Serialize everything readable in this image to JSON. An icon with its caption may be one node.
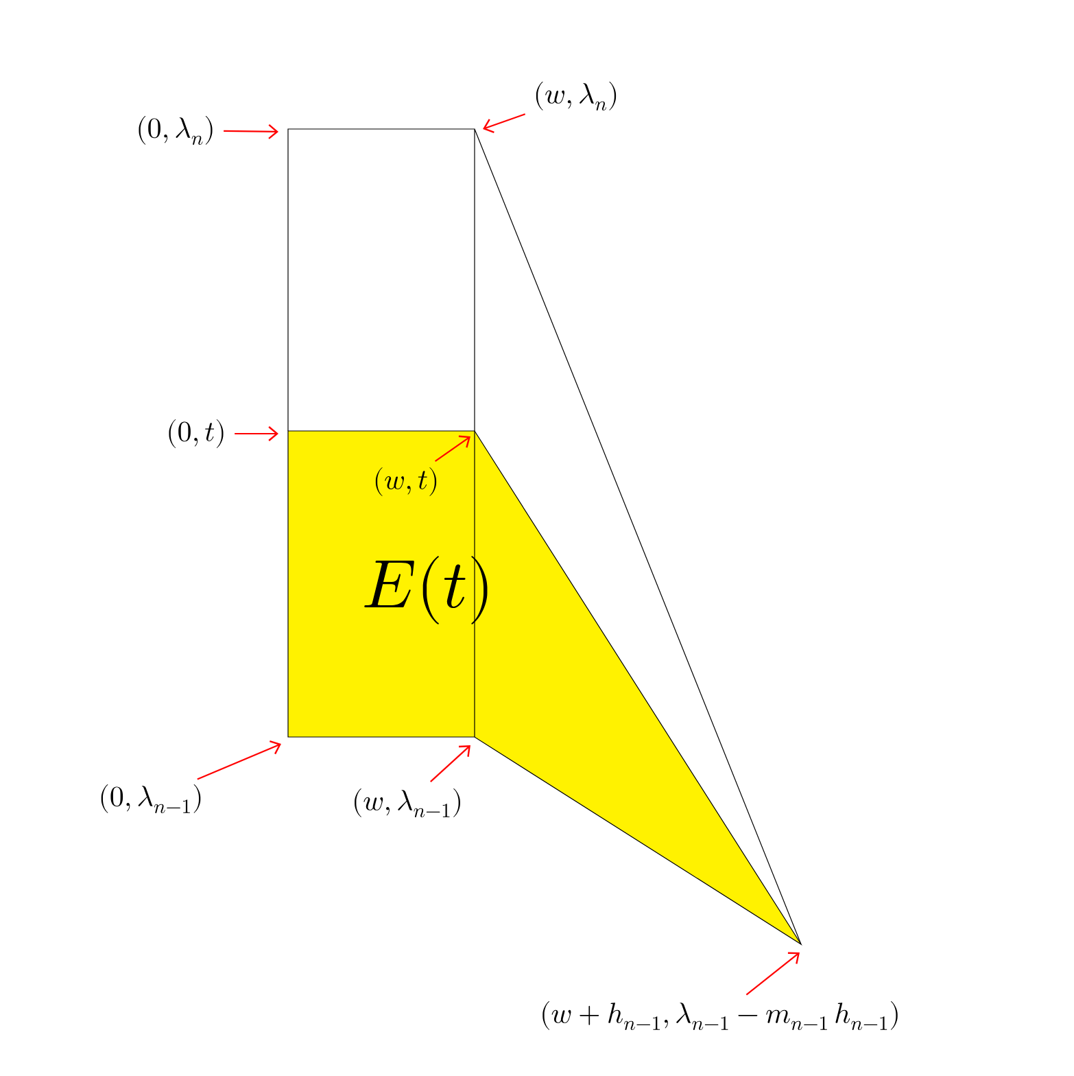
{
  "diagram": {
    "nodes": [
      {
        "text": [
          "(0,\\lambda_n)"
        ]
      },
      {
        "text": [
          "(w,\\lambda_n)"
        ]
      },
      {
        "text": [
          "(0,t)"
        ]
      },
      {
        "text": [
          "(w,t)"
        ]
      },
      {
        "text": [
          "(0,\\lambda_{n-1})"
        ]
      },
      {
        "text": [
          "(w,\\lambda_{n-1})"
        ]
      },
      {
        "text": [
          "(w+h_{n-1},\\lambda_{n-1}-m_{n-1}\\,h_{n-1})"
        ]
      }
    ],
    "edges": [
      {
        "from": 0,
        "to": null,
        "arrow": "to"
      },
      {
        "from": 1,
        "to": null,
        "arrow": "to"
      },
      {
        "from": 2,
        "to": null,
        "arrow": "to"
      },
      {
        "from": 3,
        "to": null,
        "arrow": "to"
      },
      {
        "from": 4,
        "to": null,
        "arrow": "to"
      },
      {
        "from": 5,
        "to": null,
        "arrow": "to"
      },
      {
        "from": 6,
        "to": null,
        "arrow": "to"
      }
    ],
    "labels": [
      "E(t)"
    ]
  }
}
